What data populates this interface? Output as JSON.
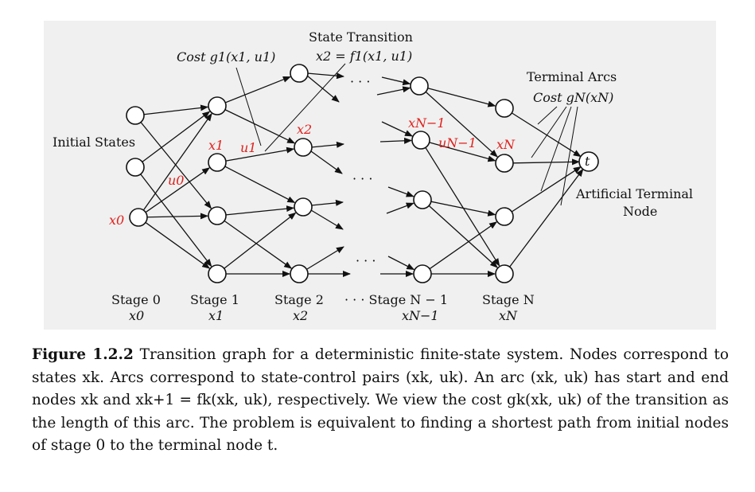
{
  "labels": {
    "state_transition_title": "State Transition",
    "state_transition_eq": "x2 = f1(x1, u1)",
    "cost_g1": "Cost g1(x1, u1)",
    "terminal_arcs": "Terminal Arcs",
    "cost_gN": "Cost gN(xN)",
    "initial_states": "Initial States",
    "artificial_terminal": "Artificial Terminal",
    "node": "Node",
    "t": "t",
    "dots": "· · ·"
  },
  "red_labels": {
    "x0": "x0",
    "u0": "u0",
    "x1": "x1",
    "u1": "u1",
    "x2": "x2",
    "xN_minus_1": "xN−1",
    "uN_minus_1": "uN−1",
    "xN": "xN"
  },
  "stages": [
    {
      "name": "Stage 0",
      "var": "x0"
    },
    {
      "name": "Stage 1",
      "var": "x1"
    },
    {
      "name": "Stage 2",
      "var": "x2"
    },
    {
      "name": "· · · Stage N − 1",
      "var": "xN−1"
    },
    {
      "name": "Stage N",
      "var": "xN"
    }
  ],
  "caption": {
    "label": "Figure 1.2.2",
    "text": "Transition graph for a deterministic finite-state system. Nodes correspond to states xk. Arcs correspond to state-control pairs (xk, uk). An arc (xk, uk) has start and end nodes xk and xk+1 = fk(xk, uk), respectively. We view the cost gk(xk, uk) of the transition as the length of this arc. The problem is equivalent to finding a shortest path from initial nodes of stage 0 to the terminal node t."
  },
  "colors": {
    "panel_background": "#f0f0f0",
    "highlight": "#e0211d",
    "ink": "#111111"
  }
}
